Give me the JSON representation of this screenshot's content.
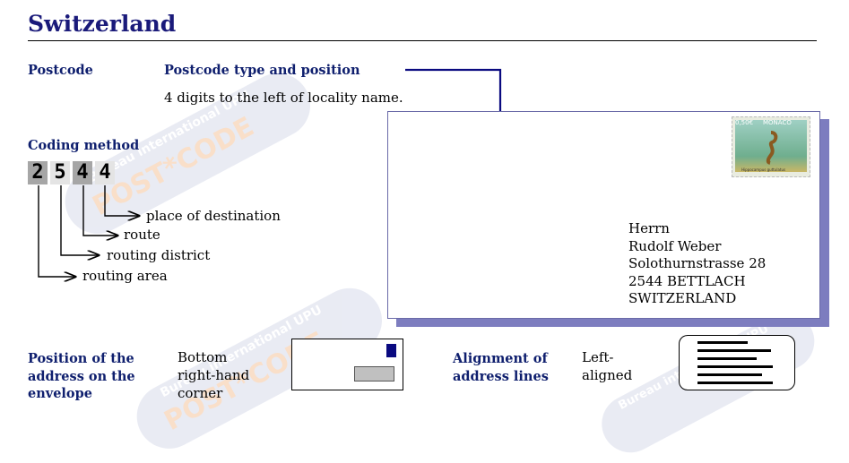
{
  "country": "Switzerland",
  "postcode_label": "Postcode",
  "postcode_type_label": "Postcode type and position",
  "postcode_type_desc": "4 digits to the left of locality name.",
  "coding_method_label": "Coding method",
  "digits": [
    "2",
    "5",
    "4",
    "4"
  ],
  "digit_labels": [
    "place of destination",
    "route",
    "routing district",
    "routing area"
  ],
  "address_lines": [
    "Herrn",
    "Rudolf Weber",
    "Solothurnstrasse 28",
    "2544 BETTLACH",
    "SWITZERLAND"
  ],
  "stamp": {
    "value": "0,50€",
    "country": "MONACO",
    "caption": "Hippocampus guttulatus"
  },
  "position_label_lines": [
    "Position of the",
    "address on  the",
    "envelope"
  ],
  "position_value_lines": [
    "Bottom",
    "right-hand",
    "corner"
  ],
  "alignment_label_lines": [
    "Alignment of",
    "address lines"
  ],
  "alignment_value_lines": [
    "Left-",
    "aligned"
  ],
  "colors": {
    "heading": "#0f1f6e",
    "shadow": "#7d7dbf",
    "arrow": "#0a0a80"
  }
}
